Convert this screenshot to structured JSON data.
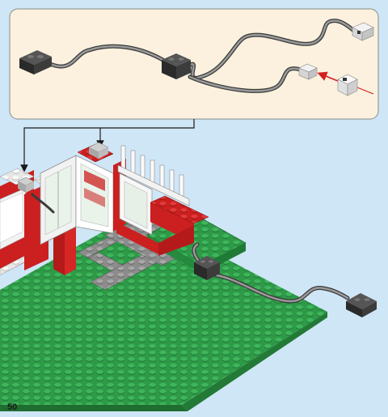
{
  "page": {
    "number": "50",
    "background_color": "#cfe6f7"
  },
  "callout": {
    "background_color": "#fbf1de",
    "border_color": "#8a8a8a",
    "parts": [
      {
        "name": "battery-box-connector",
        "color": "#3a3a3a"
      },
      {
        "name": "cable-extension",
        "color": "#3a3a3a"
      },
      {
        "name": "light-brick-connector",
        "color": "#e3e3e3"
      },
      {
        "name": "light-brick",
        "color": "#f4f4f4"
      }
    ],
    "insert_arrow_color": "#d62020"
  },
  "scene": {
    "baseplate_color": "#2e9a48",
    "wall_color": "#cc1f1f",
    "window_frame_color": "#f2f2f2",
    "path_color": "#8f8f8f",
    "arrow_count": 2
  }
}
